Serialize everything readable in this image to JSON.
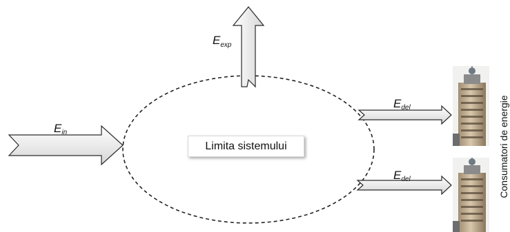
{
  "diagram": {
    "boundary_label": "Limita sistemului",
    "flows": {
      "input": {
        "main": "E",
        "sub": "in"
      },
      "export": {
        "main": "E",
        "sub": "exp"
      },
      "delivered_top": {
        "main": "E",
        "sub": "del"
      },
      "delivered_bottom": {
        "main": "E",
        "sub": "del"
      }
    },
    "consumers_caption": "Consumatori de energie",
    "colors": {
      "arrow_fill": "#e8e8e8",
      "arrow_stroke": "#2a2a2a",
      "boundary_stroke": "#222222",
      "building": "#c9b79c",
      "sky": "#f2f2f2"
    },
    "icons": [
      "building-icon",
      "building-icon"
    ]
  }
}
